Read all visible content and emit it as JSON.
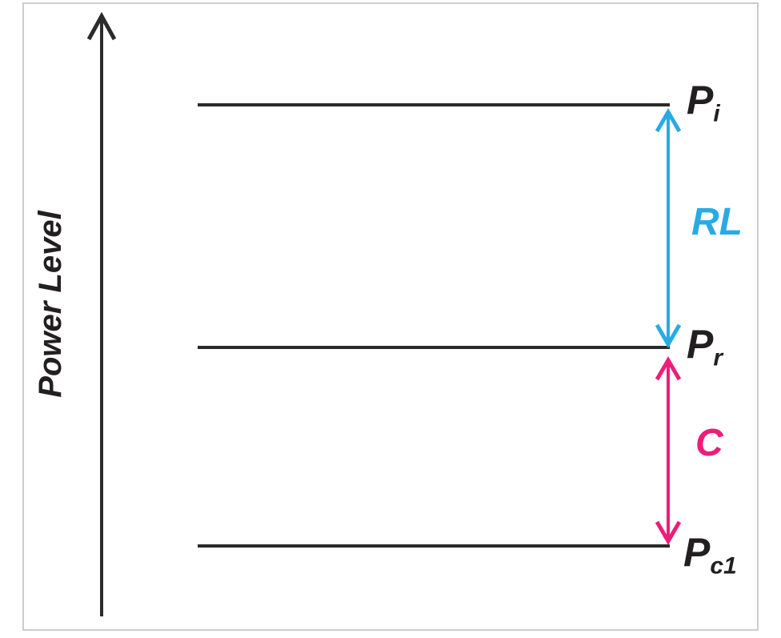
{
  "diagram": {
    "axis": {
      "label": "Power Level"
    },
    "levels": [
      {
        "name": "incident-power",
        "symbol": "P",
        "subscript": "i"
      },
      {
        "name": "reflected-power",
        "symbol": "P",
        "subscript": "r"
      },
      {
        "name": "coupled-power",
        "symbol": "P",
        "subscript": "c1"
      }
    ],
    "spans": [
      {
        "name": "return-loss",
        "label": "RL",
        "between": [
          "Pi",
          "Pr"
        ]
      },
      {
        "name": "coupling",
        "label": "C",
        "between": [
          "Pr",
          "Pc1"
        ]
      }
    ],
    "colors": {
      "ink": "#2b2b2b",
      "text": "#231f20",
      "return_loss_blue": "#29abe2",
      "coupling_pink": "#ec1e79",
      "frame_border": "#cccccc"
    }
  }
}
